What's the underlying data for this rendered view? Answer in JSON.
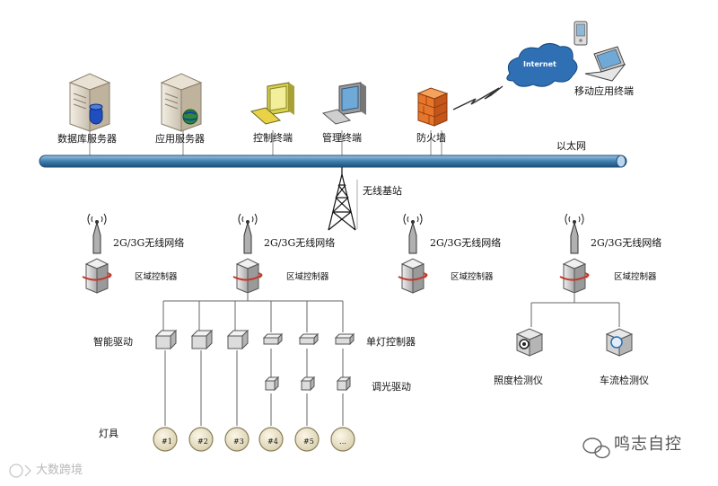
{
  "servers": {
    "database": "数据库服务器",
    "application": "应用服务器"
  },
  "terminals": {
    "control": "控制终端",
    "management": "管理终端",
    "firewall": "防火墙",
    "mobile": "移动应用终端",
    "internet": "Internet"
  },
  "network": {
    "ethernet": "以太网",
    "base_station": "无线基站",
    "wireless_network": "2G/3G无线网络",
    "area_controller": "区域控制器"
  },
  "devices": {
    "smart_driver": "智能驱动",
    "single_lamp_controller": "单灯控制器",
    "dimming_driver": "调光驱动",
    "lamp": "灯具",
    "illuminance_meter": "照度检测仪",
    "traffic_meter": "车流检测仪"
  },
  "lamp_ids": [
    "#1",
    "#2",
    "#3",
    "#4",
    "#5",
    "…"
  ],
  "watermarks": {
    "wechat": "鸣志自控",
    "source": "大数跨境"
  },
  "colors": {
    "bus": "#3f7fae",
    "firewall": "#e8762a",
    "cloud": "#2f6fb4",
    "controller_arrow": "#c0392b"
  }
}
